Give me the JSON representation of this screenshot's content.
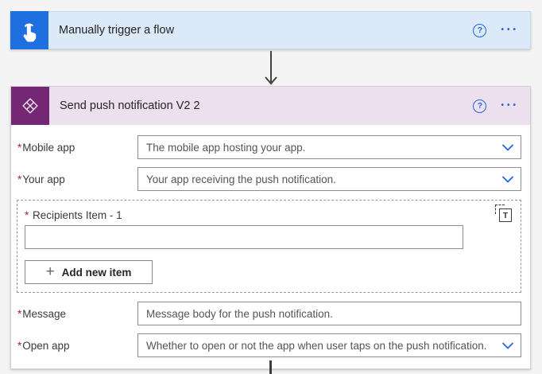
{
  "colors": {
    "canvas_bg": "#f5f4f4",
    "trigger_icon_bg": "#1f6fe0",
    "trigger_header_bg": "#dbe9f9",
    "action_icon_bg": "#742774",
    "action_header_bg": "#ece0ee",
    "accent_blue": "#2266e3",
    "required_red": "#a4262c",
    "connector_gray": "#3f3d3b"
  },
  "trigger_card": {
    "title": "Manually trigger a flow",
    "help_glyph": "?",
    "menu_glyph": "•••",
    "icon": "manual-trigger-touch-icon"
  },
  "action_card": {
    "title": "Send push notification V2 2",
    "help_glyph": "?",
    "menu_glyph": "•••",
    "icon": "powerapps-notification-icon",
    "required_marker": "*",
    "fields": {
      "mobile_app": {
        "label": "Mobile app",
        "placeholder": "The mobile app hosting your app."
      },
      "your_app": {
        "label": "Your app",
        "placeholder": "Your app receiving the push notification."
      },
      "message": {
        "label": "Message",
        "placeholder": "Message body for the push notification."
      },
      "open_app": {
        "label": "Open app",
        "placeholder": "Whether to open or not the app when user taps on the push notification."
      }
    },
    "recipients": {
      "label": "Recipients Item - 1",
      "input_value": "",
      "plus_glyph": "+",
      "add_button_label": "Add new item"
    }
  }
}
